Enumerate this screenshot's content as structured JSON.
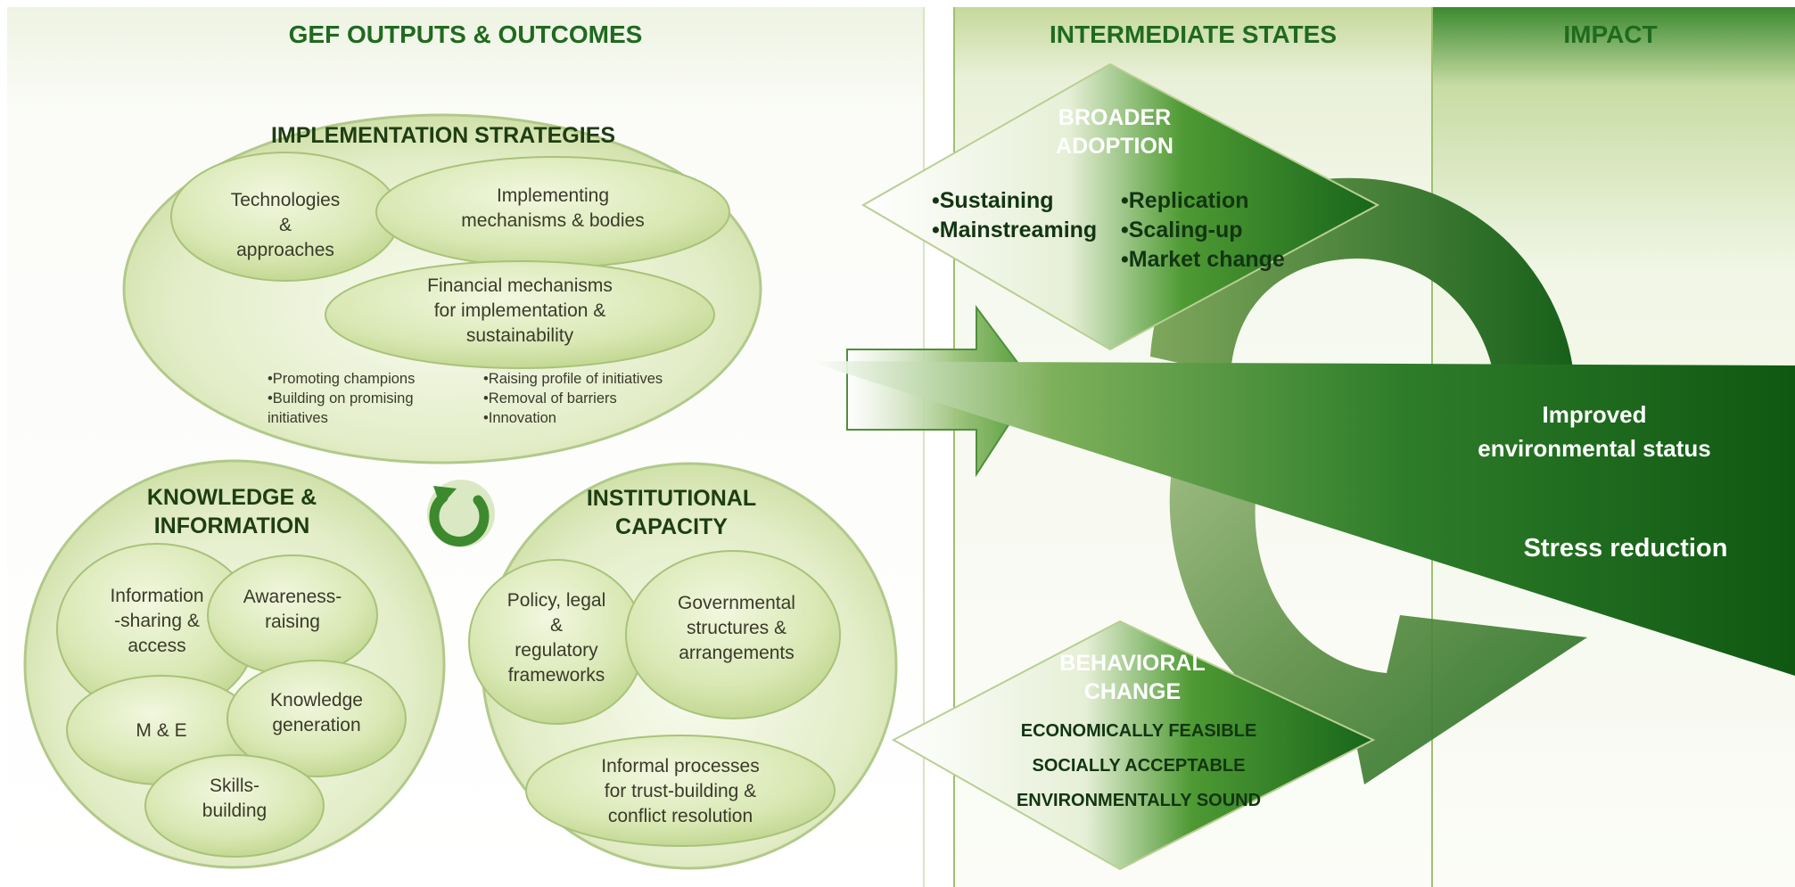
{
  "headers": {
    "outputs": "GEF OUTPUTS & OUTCOMES",
    "intermediate": "INTERMEDIATE STATES",
    "impact": "IMPACT"
  },
  "implementation": {
    "title": "IMPLEMENTATION STRATEGIES",
    "technologies": [
      "Technologies",
      "&",
      "approaches"
    ],
    "mechanisms": [
      "Implementing",
      "mechanisms & bodies"
    ],
    "financial": [
      "Financial mechanisms",
      "for implementation &",
      "sustainability"
    ],
    "bullets_left": [
      "•Promoting champions",
      "•Building on promising",
      "initiatives"
    ],
    "bullets_right": [
      "•Raising profile of initiatives",
      "•Removal of barriers",
      "•Innovation"
    ]
  },
  "knowledge": {
    "title": [
      "KNOWLEDGE &",
      "INFORMATION"
    ],
    "info_sharing": [
      "Information",
      "-sharing &",
      "access"
    ],
    "awareness": [
      "Awareness-",
      "raising"
    ],
    "me": "M & E",
    "knowledge_gen": [
      "Knowledge",
      "generation"
    ],
    "skills": [
      "Skills-",
      "building"
    ]
  },
  "institutional": {
    "title": [
      "INSTITUTIONAL",
      "CAPACITY"
    ],
    "policy": [
      "Policy, legal",
      "&",
      "regulatory",
      "frameworks"
    ],
    "governmental": [
      "Governmental",
      "structures &",
      "arrangements"
    ],
    "informal": [
      "Informal processes",
      "for trust-building &",
      "conflict resolution"
    ]
  },
  "broader": {
    "title": [
      "BROADER",
      "ADOPTION"
    ],
    "left": [
      "•Sustaining",
      "•Mainstreaming"
    ],
    "right": [
      "•Replication",
      "•Scaling-up",
      "•Market change"
    ]
  },
  "behavioral": {
    "title": [
      "BEHAVIORAL",
      "CHANGE"
    ],
    "items": [
      "ECONOMICALLY FEASIBLE",
      "SOCIALLY ACCEPTABLE",
      "ENVIRONMENTALLY SOUND"
    ]
  },
  "impact": {
    "improved": [
      "Improved",
      "environmental status"
    ],
    "stress": "Stress reduction"
  },
  "colors": {
    "dark_green": "#1f5e1f",
    "header_green": "#1f6a1f",
    "light_green": "#cfe0a2"
  }
}
